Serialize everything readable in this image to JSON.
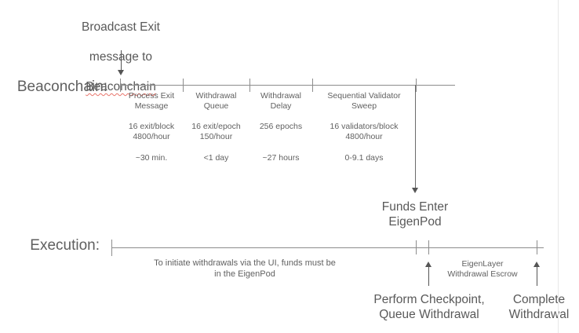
{
  "colors": {
    "text": "#595959",
    "line": "#8d8d8d",
    "arrow": "#555555",
    "spellcheck_underline": "#e8756b",
    "background": "#ffffff"
  },
  "broadcast_note": {
    "line1": "Broadcast Exit",
    "line2": "message to",
    "line3": "Beaconchain"
  },
  "beaconchain": {
    "label": "Beaconchain:",
    "stages": [
      {
        "name": "Process Exit\nMessage",
        "rate": "16 exit/block\n4800/hour",
        "duration": "~30 min."
      },
      {
        "name": "Withdrawal\nQueue",
        "rate": "16 exit/epoch\n150/hour",
        "duration": "<1 day"
      },
      {
        "name": "Withdrawal\nDelay",
        "rate": "256 epochs",
        "duration": "~27 hours"
      },
      {
        "name": "Sequential Validator\nSweep",
        "rate": "16 validators/block\n4800/hour",
        "duration": "0-9.1 days"
      }
    ]
  },
  "funds_enter_label": "Funds Enter\nEigenPod",
  "execution": {
    "label": "Execution:",
    "note": "To initiate withdrawals via the UI, funds must be\nin the EigenPod",
    "escrow_label": "EigenLayer\nWithdrawal Escrow",
    "checkpoint_label": "Perform Checkpoint,\nQueue Withdrawal",
    "complete_label": "Complete\nWithdrawal"
  }
}
